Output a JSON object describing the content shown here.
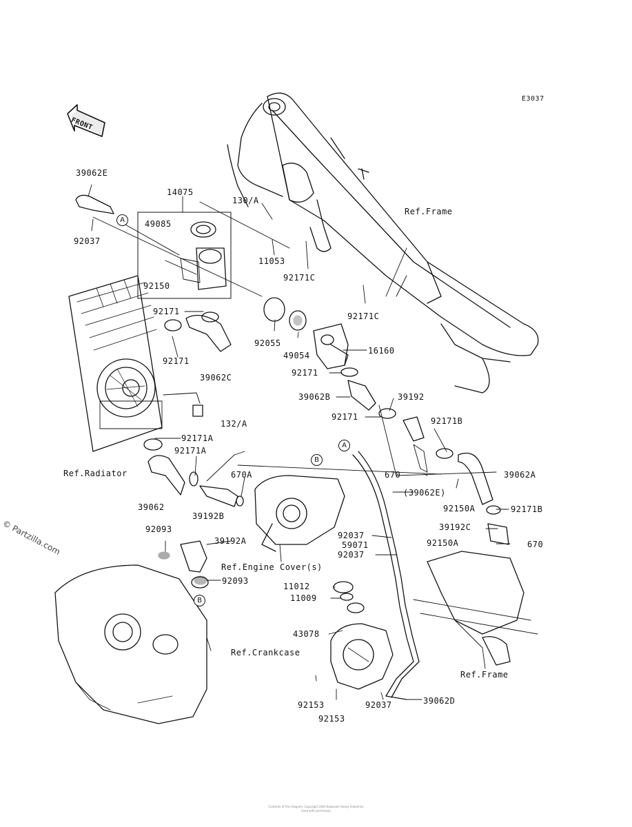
{
  "diagram_code": "E3037",
  "front_label": "FRONT",
  "watermark": "© Partzilla.com",
  "footer": [
    "Contents of this diagram. Copyright 2003 Kawasaki Heavy Industries",
    "Used with permission"
  ],
  "part_labels": [
    {
      "id": "p39062E",
      "text": "39062E"
    },
    {
      "id": "p92037a",
      "text": "92037"
    },
    {
      "id": "p14075",
      "text": "14075"
    },
    {
      "id": "p49085",
      "text": "49085"
    },
    {
      "id": "p130A",
      "text": "130/A"
    },
    {
      "id": "p11053",
      "text": "11053"
    },
    {
      "id": "p92171Ca",
      "text": "92171C"
    },
    {
      "id": "p92171Cb",
      "text": "92171C"
    },
    {
      "id": "p92150",
      "text": "92150"
    },
    {
      "id": "p92171a",
      "text": "92171"
    },
    {
      "id": "p92171b",
      "text": "92171"
    },
    {
      "id": "p92055",
      "text": "92055"
    },
    {
      "id": "p49054",
      "text": "49054"
    },
    {
      "id": "p16160",
      "text": "16160"
    },
    {
      "id": "p39062C",
      "text": "39062C"
    },
    {
      "id": "p92171c",
      "text": "92171"
    },
    {
      "id": "p39062B",
      "text": "39062B"
    },
    {
      "id": "p39192",
      "text": "39192"
    },
    {
      "id": "p92171d",
      "text": "92171"
    },
    {
      "id": "p92171B",
      "text": "92171B"
    },
    {
      "id": "p132A",
      "text": "132/A"
    },
    {
      "id": "p92171Aa",
      "text": "92171A"
    },
    {
      "id": "p92171Ab",
      "text": "92171A"
    },
    {
      "id": "p670A",
      "text": "670A"
    },
    {
      "id": "p670a",
      "text": "670"
    },
    {
      "id": "p39062A",
      "text": "39062A"
    },
    {
      "id": "p39062Ep",
      "text": "(39062E)"
    },
    {
      "id": "p92150A",
      "text": "92150A"
    },
    {
      "id": "p92171Bb",
      "text": "92171B"
    },
    {
      "id": "p39062",
      "text": "39062"
    },
    {
      "id": "p39192B",
      "text": "39192B"
    },
    {
      "id": "p92093a",
      "text": "92093"
    },
    {
      "id": "p39192A",
      "text": "39192A"
    },
    {
      "id": "p92037b",
      "text": "92037"
    },
    {
      "id": "p59071",
      "text": "59071"
    },
    {
      "id": "p92037c",
      "text": "92037"
    },
    {
      "id": "p39192C",
      "text": "39192C"
    },
    {
      "id": "p92150Ab",
      "text": "92150A"
    },
    {
      "id": "p670b",
      "text": "670"
    },
    {
      "id": "p92093b",
      "text": "92093"
    },
    {
      "id": "p11012",
      "text": "11012"
    },
    {
      "id": "p11009",
      "text": "11009"
    },
    {
      "id": "p43078",
      "text": "43078"
    },
    {
      "id": "p92153a",
      "text": "92153"
    },
    {
      "id": "p92153b",
      "text": "92153"
    },
    {
      "id": "p92037d",
      "text": "92037"
    },
    {
      "id": "p39062D",
      "text": "39062D"
    }
  ],
  "ref_labels": [
    {
      "id": "rFrame1",
      "text": "Ref.Frame"
    },
    {
      "id": "rRadiator",
      "text": "Ref.Radiator"
    },
    {
      "id": "rEngineCover",
      "text": "Ref.Engine Cover(s)"
    },
    {
      "id": "rCrankcase",
      "text": "Ref.Crankcase"
    },
    {
      "id": "rFrame2",
      "text": "Ref.Frame"
    }
  ],
  "callouts": [
    {
      "id": "cA1",
      "text": "A"
    },
    {
      "id": "cA2",
      "text": "A"
    },
    {
      "id": "cB1",
      "text": "B"
    },
    {
      "id": "cB2",
      "text": "B"
    }
  ],
  "colors": {
    "ink": "#111111",
    "paper": "#ffffff"
  }
}
